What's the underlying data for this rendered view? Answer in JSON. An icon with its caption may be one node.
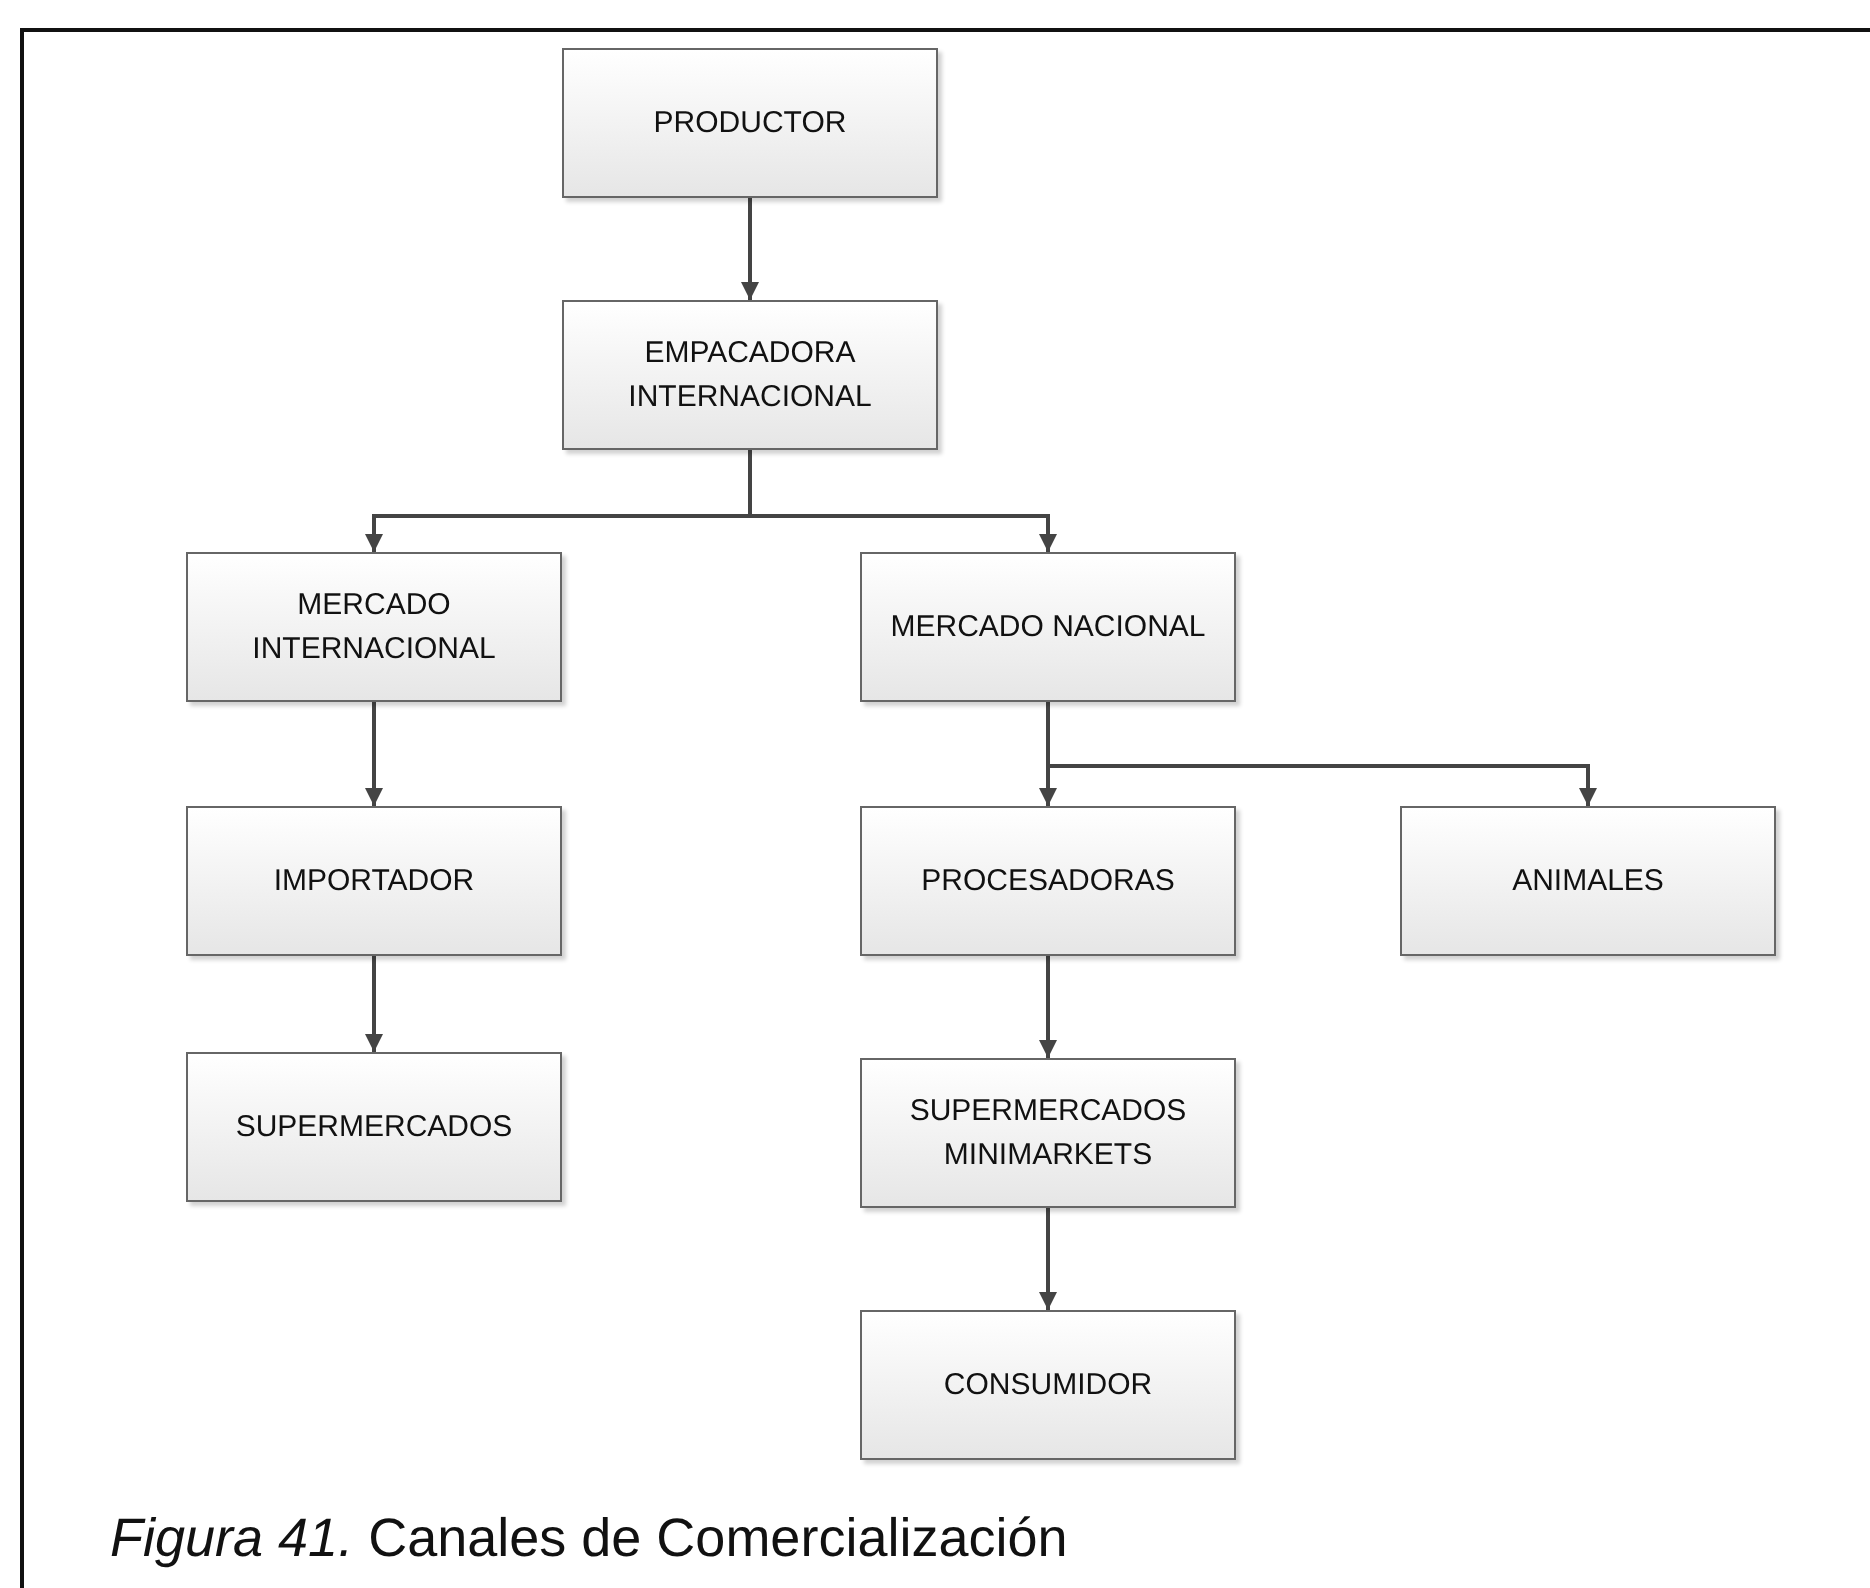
{
  "diagram": {
    "caption": "*Figura 41.* Canales de Comercialización",
    "nodes": [
      {
        "text": [
          "PRODUCTOR"
        ]
      },
      {
        "text": [
          "EMPACADORA INTERNACIONAL"
        ]
      },
      {
        "text": [
          "MERCADO INTERNACIONAL"
        ]
      },
      {
        "text": [
          "MERCADO NACIONAL"
        ]
      },
      {
        "text": [
          "IMPORTADOR"
        ]
      },
      {
        "text": [
          "PROCESADORAS"
        ]
      },
      {
        "text": [
          "ANIMALES"
        ]
      },
      {
        "text": [
          "SUPERMERCADOS"
        ]
      },
      {
        "text": [
          "SUPERMERCADOS MINIMARKETS"
        ]
      },
      {
        "text": [
          "CONSUMIDOR"
        ]
      }
    ],
    "edges": [
      {
        "from": 0,
        "to": 1,
        "arrow": "to"
      },
      {
        "from": 1,
        "to": 2,
        "arrow": "to"
      },
      {
        "from": 1,
        "to": 3,
        "arrow": "to"
      },
      {
        "from": 2,
        "to": 4,
        "arrow": "to"
      },
      {
        "from": 3,
        "to": 5,
        "arrow": "to"
      },
      {
        "from": 3,
        "to": 6,
        "arrow": "to"
      },
      {
        "from": 4,
        "to": 7,
        "arrow": "to"
      },
      {
        "from": 5,
        "to": 8,
        "arrow": "to"
      },
      {
        "from": 8,
        "to": 9,
        "arrow": "to"
      }
    ]
  }
}
